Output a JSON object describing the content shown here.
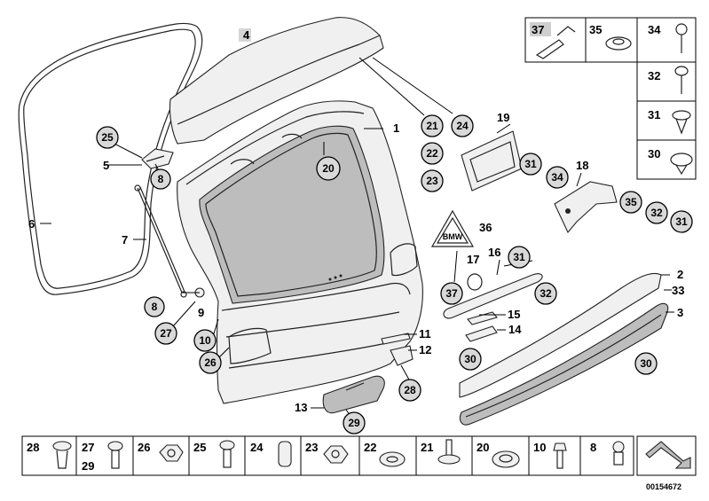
{
  "drawing_number": "00154672",
  "labels_plain": {
    "l1": "1",
    "l2": "2",
    "l3": "3",
    "l4": "4",
    "l5": "5",
    "l6": "6",
    "l7": "7",
    "l9": "9",
    "l11": "11",
    "l12": "12",
    "l13": "13",
    "l14": "14",
    "l15": "15",
    "l16": "16",
    "l17": "17",
    "l18": "18",
    "l19": "19",
    "l33": "33",
    "l36": "36"
  },
  "callouts": {
    "c25": "25",
    "c8a": "8",
    "c8b": "8",
    "c20": "20",
    "c21": "21",
    "c22": "22",
    "c23": "23",
    "c24": "24",
    "c27": "27",
    "c10": "10",
    "c26": "26",
    "c31a": "31",
    "c31b": "31",
    "c31c": "31",
    "c34": "34",
    "c35": "35",
    "c32a": "32",
    "c32b": "32",
    "c37": "37",
    "c30a": "30",
    "c30b": "30",
    "c28": "28",
    "c29": "29"
  },
  "top_right_box": {
    "c37": "37",
    "c35": "35",
    "c34": "34",
    "c32": "32",
    "c31": "31",
    "c30": "30"
  },
  "bottom_strip": [
    {
      "label": "28",
      "sub": ""
    },
    {
      "label": "27",
      "sub": "29"
    },
    {
      "label": "26",
      "sub": ""
    },
    {
      "label": "25",
      "sub": ""
    },
    {
      "label": "24",
      "sub": ""
    },
    {
      "label": "23",
      "sub": ""
    },
    {
      "label": "22",
      "sub": ""
    },
    {
      "label": "21",
      "sub": ""
    },
    {
      "label": "20",
      "sub": ""
    },
    {
      "label": "10",
      "sub": ""
    },
    {
      "label": "8",
      "sub": ""
    }
  ]
}
